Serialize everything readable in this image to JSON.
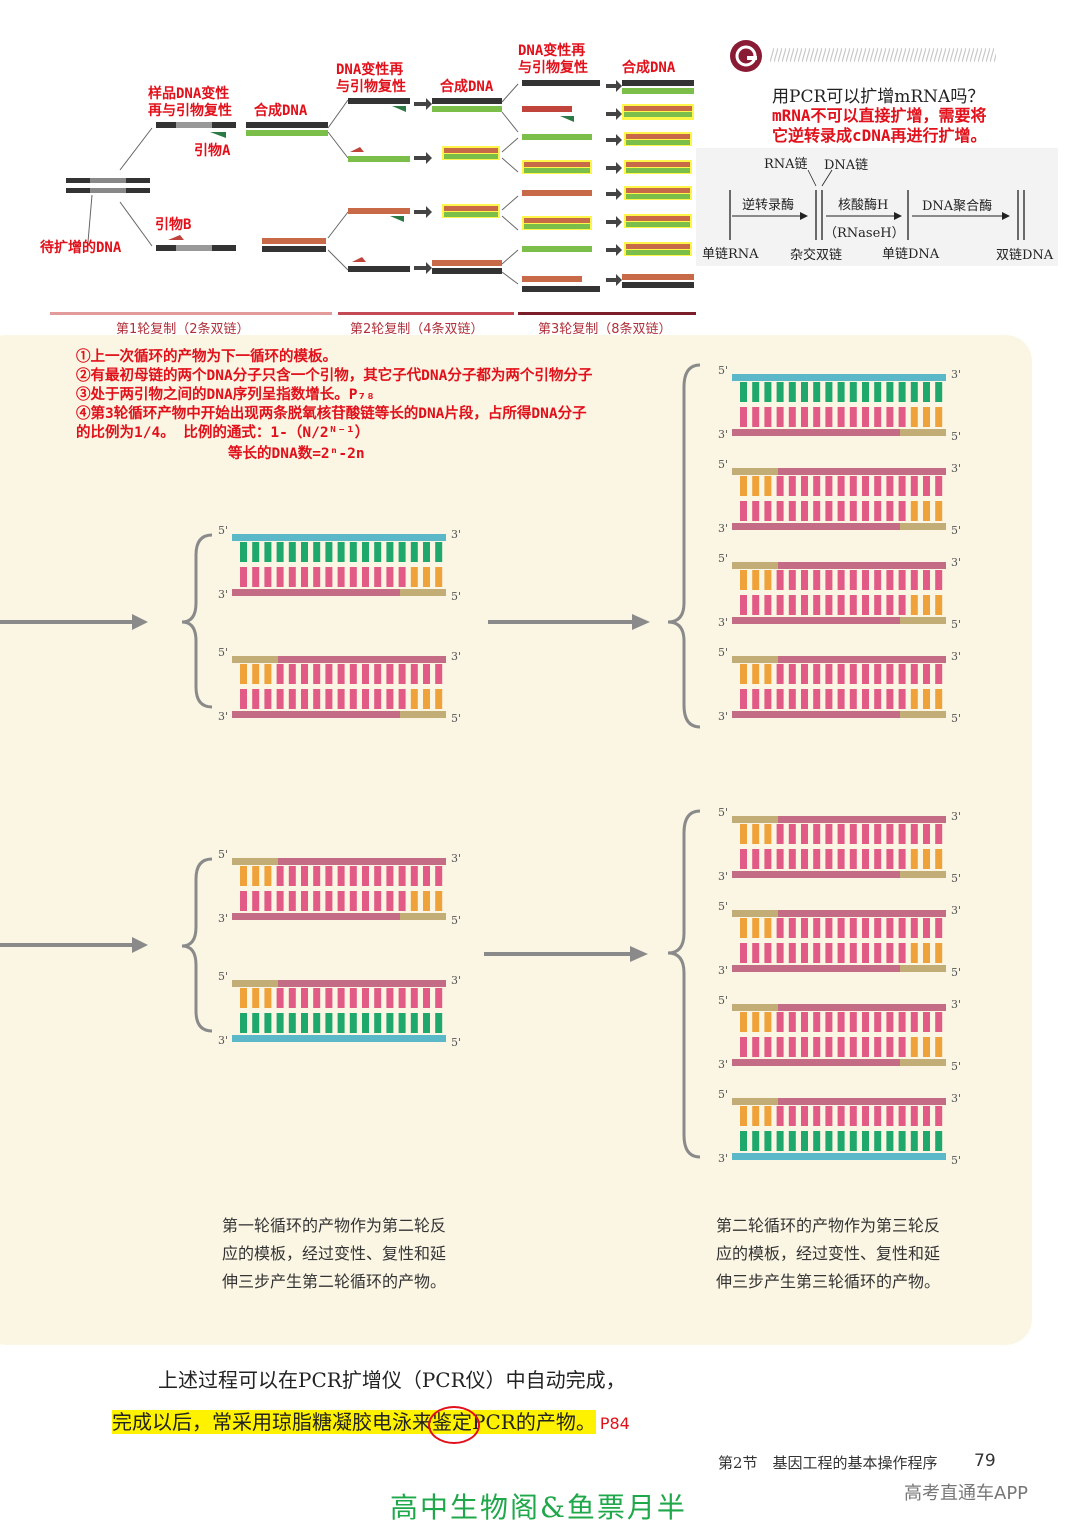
{
  "top_diagram": {
    "label_sample_denature": [
      "样品DNA变性",
      "再与引物复性"
    ],
    "label_synth_1": "合成DNA",
    "label_primer_a": "引物A",
    "label_primer_b": "引物B",
    "label_target": "待扩增的DNA",
    "label_denature_2": [
      "DNA变性再",
      "与引物复性"
    ],
    "label_synth_2": "合成DNA",
    "label_denature_3": [
      "DNA变性再",
      "与引物复性"
    ],
    "label_synth_3": "合成DNA",
    "rounds": [
      "第1轮复制（2条双链）",
      "第2轮复制（4条双链）",
      "第3轮复制（8条双链）"
    ],
    "colors": {
      "round1": "#e39a9a",
      "round2": "#c44b55",
      "round3": "#7a1f2a"
    }
  },
  "question_box": {
    "question": "用PCR可以扩增mRNA吗？",
    "answer": [
      "mRNA不可以直接扩增，需要将",
      "它逆转录成cDNA再进行扩增。"
    ],
    "flow": {
      "rna_chain": "RNA链",
      "dna_chain": "DNA链",
      "reverse_transcriptase": "逆转录酶",
      "rnase_h": "核酸酶H",
      "rnase_h_abbr": "（RNaseH）",
      "dna_polymerase": "DNA聚合酶",
      "ss_rna": "单链RNA",
      "hybrid": "杂交双链",
      "ss_dna": "单链DNA",
      "ds_dna": "双链DNA"
    }
  },
  "notes": [
    "①上一次循环的产物为下一循环的模板。",
    "②有最初母链的两个DNA分子只含一个引物，其它子代DNA分子都为两个引物分子",
    "③处于两引物之间的DNA序列呈指数增长。P₇₈",
    "④第3轮循环产物中开始出现两条脱氧核苷酸链等长的DNA片段，占所得DNA分子",
    "的比例为1/4。     比例的通式：1-（N/2ᴺ⁻¹）",
    "等长的DNA数=2ⁿ-2n"
  ],
  "strand_ends": {
    "five": "5'",
    "three": "3'"
  },
  "captions": {
    "left": [
      "第一轮循环的产物作为第二轮反",
      "应的模板，经过变性、复性和延",
      "伸三步产生第二轮循环的产物。"
    ],
    "right": [
      "第二轮循环的产物作为第三轮反",
      "应的模板，经过变性、复性和延",
      "伸三步产生第三轮循环的产物。"
    ]
  },
  "body": {
    "line1": "上述过程可以在PCR扩增仪（PCR仪）中自动完成，",
    "line2_pre": "完成以后，常采用琼脂糖凝胶电泳来",
    "line2_circled": "鉴定",
    "line2_post": "PCR的产物。",
    "page_ref": "P84"
  },
  "footer": {
    "section": "第2节　基因工程的基本操作程序",
    "page_number": "79",
    "watermark_app": "高考直通车APP",
    "handwritten_sign": "高中生物阁&鱼票月半"
  },
  "colors": {
    "annotation_red": "#e1101a",
    "highlight_yellow": "#fff200",
    "panel_beige": "#fbf6e4",
    "strand_blue": "#5ab8c8",
    "base_green": "#1fa86c",
    "base_pink": "#e25a86",
    "base_orange": "#f0a23a",
    "strand_khaki": "#c2ad76",
    "strand_rose": "#c46b86"
  }
}
